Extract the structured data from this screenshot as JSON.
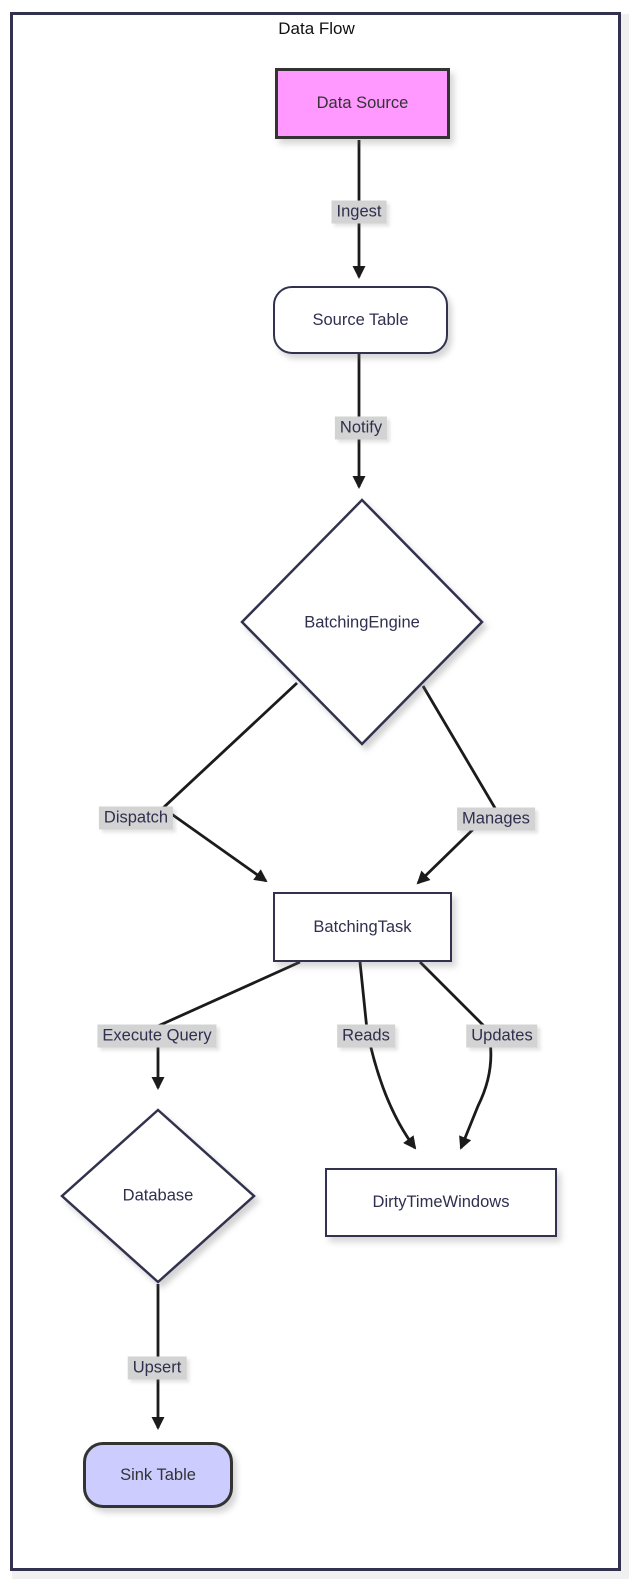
{
  "diagram": {
    "title": "Data Flow",
    "type": "flowchart",
    "colors": {
      "accent_pink": "#ff99ff",
      "accent_lavender": "#ccccff",
      "node_border": "#32324e",
      "node_text": "#2f2f4f",
      "styled_border": "#333333",
      "edge_color": "#1b1b1b",
      "label_bg": "#d3d3d3",
      "title_color": "#111111"
    },
    "nodes": [
      {
        "id": "data-source",
        "label": "Data Source",
        "shape": "rect",
        "fill": "#ff99ff"
      },
      {
        "id": "source-table",
        "label": "Source Table",
        "shape": "rounded",
        "fill": "#ffffff"
      },
      {
        "id": "batching-engine",
        "label": "BatchingEngine",
        "shape": "diamond",
        "fill": "#ffffff"
      },
      {
        "id": "batching-task",
        "label": "BatchingTask",
        "shape": "rect",
        "fill": "#ffffff"
      },
      {
        "id": "database",
        "label": "Database",
        "shape": "diamond",
        "fill": "#ffffff"
      },
      {
        "id": "dirty-time-windows",
        "label": "DirtyTimeWindows",
        "shape": "rect",
        "fill": "#ffffff"
      },
      {
        "id": "sink-table",
        "label": "Sink Table",
        "shape": "rounded",
        "fill": "#ccccff"
      }
    ],
    "edges": [
      {
        "from": "data-source",
        "to": "source-table",
        "label": "Ingest"
      },
      {
        "from": "source-table",
        "to": "batching-engine",
        "label": "Notify"
      },
      {
        "from": "batching-engine",
        "to": "batching-task",
        "label": "Dispatch"
      },
      {
        "from": "batching-engine",
        "to": "batching-task",
        "label": "Manages"
      },
      {
        "from": "batching-task",
        "to": "database",
        "label": "Execute Query"
      },
      {
        "from": "batching-task",
        "to": "dirty-time-windows",
        "label": "Reads"
      },
      {
        "from": "batching-task",
        "to": "dirty-time-windows",
        "label": "Updates"
      },
      {
        "from": "database",
        "to": "sink-table",
        "label": "Upsert"
      }
    ]
  }
}
